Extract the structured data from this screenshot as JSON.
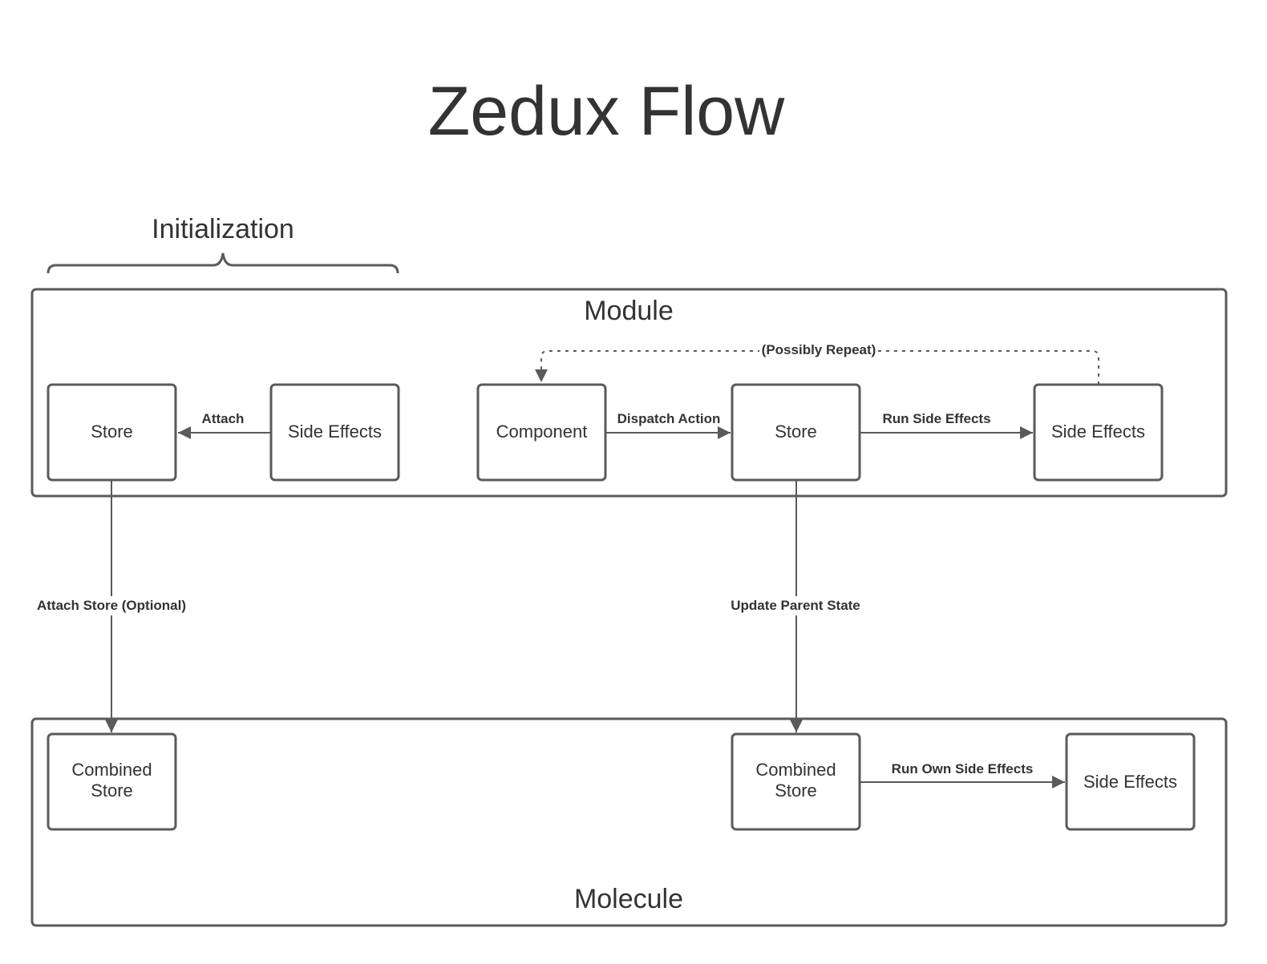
{
  "title": "Zedux Flow",
  "initialization_label": "Initialization",
  "module": {
    "label": "Module",
    "nodes": {
      "store": "Store",
      "side_effects_left": "Side Effects",
      "component": "Component",
      "store_right": "Store",
      "side_effects_right": "Side Effects"
    },
    "edges": {
      "attach": "Attach",
      "dispatch_action": "Dispatch Action",
      "run_side_effects": "Run Side Effects",
      "possibly_repeat": "(Possibly Repeat)"
    }
  },
  "between": {
    "attach_store": "Attach Store (Optional)",
    "update_parent_state": "Update Parent State"
  },
  "molecule": {
    "label": "Molecule",
    "nodes": {
      "combined_store_left": [
        "Combined",
        "Store"
      ],
      "combined_store_right": [
        "Combined",
        "Store"
      ],
      "side_effects": "Side Effects"
    },
    "edges": {
      "run_own_side_effects": "Run Own Side Effects"
    }
  },
  "colors": {
    "stroke": "#5a5a5a",
    "text": "#333333",
    "background": "#ffffff"
  }
}
